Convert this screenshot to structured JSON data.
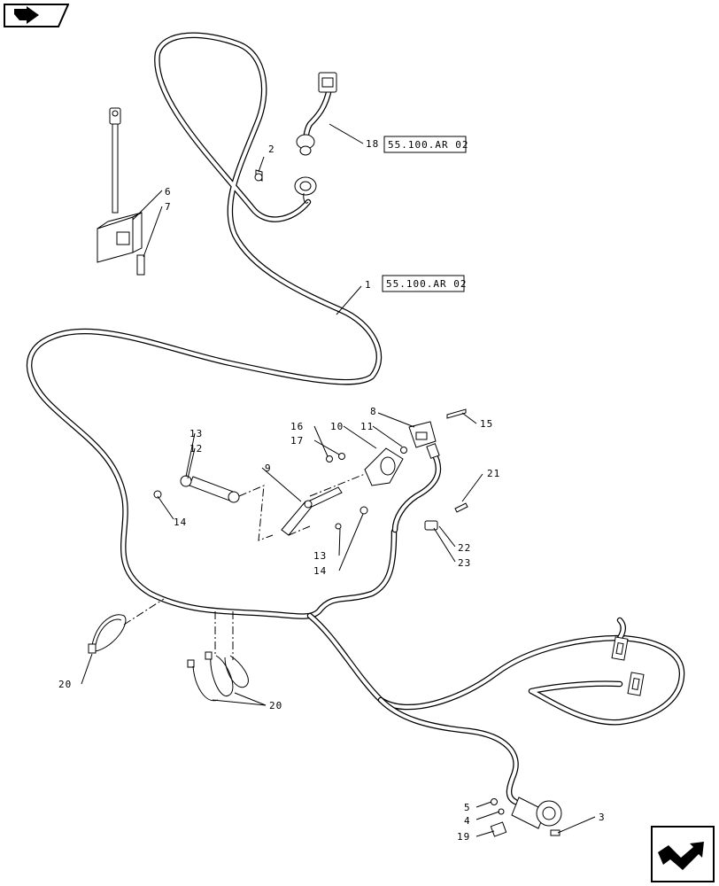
{
  "callouts": {
    "c1": "1",
    "c2": "2",
    "c3": "3",
    "c4": "4",
    "c5": "5",
    "c6": "6",
    "c7": "7",
    "c8": "8",
    "c9": "9",
    "c10": "10",
    "c11": "11",
    "c12": "12",
    "c13a": "13",
    "c13b": "13",
    "c14a": "14",
    "c14b": "14",
    "c15": "15",
    "c16": "16",
    "c17": "17",
    "c18": "18",
    "c19": "19",
    "c20a": "20",
    "c20b": "20",
    "c21": "21",
    "c22": "22",
    "c23": "23"
  },
  "references": {
    "ref18": "55.100.AR 02",
    "ref1": "55.100.AR 02"
  },
  "icons": {
    "top_left": "back-arrow-icon",
    "bottom_right": "next-arrow-icon"
  }
}
